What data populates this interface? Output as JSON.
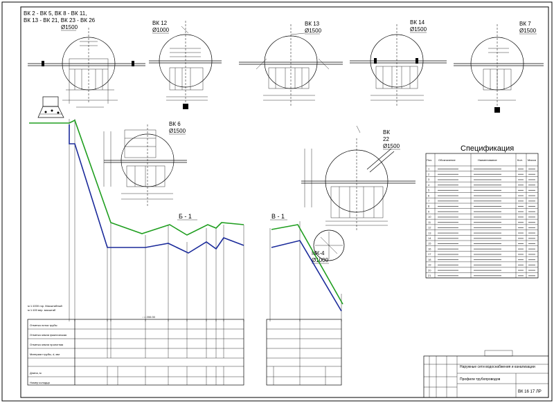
{
  "wells": {
    "w1": {
      "label1": "ВК 2 - ВК 5,  ВК 8 - ВК 11,",
      "label2": "ВК 13 - ВК 21,  ВК 23 - ВК 26",
      "dia": "Ø1500"
    },
    "w2": {
      "label": "ВК 12",
      "dia": "Ø1000"
    },
    "w3": {
      "label": "ВК 13",
      "dia": "Ø1500"
    },
    "w4": {
      "label": "ВК 14",
      "dia": "Ø1500"
    },
    "w5": {
      "label": "ВК 7",
      "dia": "Ø1500"
    },
    "w6": {
      "label": "ВК 6",
      "dia": "Ø1500"
    },
    "w7": {
      "label1": "ВК",
      "label2": "22",
      "dia": "Ø1500"
    },
    "w8": {
      "label": "МК-4",
      "dia": "Ø1000"
    }
  },
  "profiles": {
    "p1": {
      "label": "Б - 1"
    },
    "p2": {
      "label": "В - 1"
    }
  },
  "spec": {
    "title": "Спецификация",
    "rows": [
      "1",
      "2",
      "3",
      "4",
      "5",
      "6",
      "7",
      "8",
      "9",
      "10",
      "11",
      "12",
      "13",
      "14",
      "15",
      "16",
      "17",
      "18",
      "19",
      "20",
      "21"
    ]
  },
  "profile_table": {
    "row_labels": [
      "Отметка лотка трубы",
      "Отметка земли фактическая",
      "Отметка земли проектная",
      "Материал трубы, d, мм",
      "Длина, м",
      "Номер колодца"
    ]
  },
  "title_block": {
    "lines": [
      "Наружные сети водоснабжения и канализации",
      "Профили трубопроводов"
    ],
    "sheet_code": "ВК 16  17 ЛР"
  },
  "colors": {
    "ground_line": "#1f9e1f",
    "pipe_line": "#1a2a9a"
  }
}
